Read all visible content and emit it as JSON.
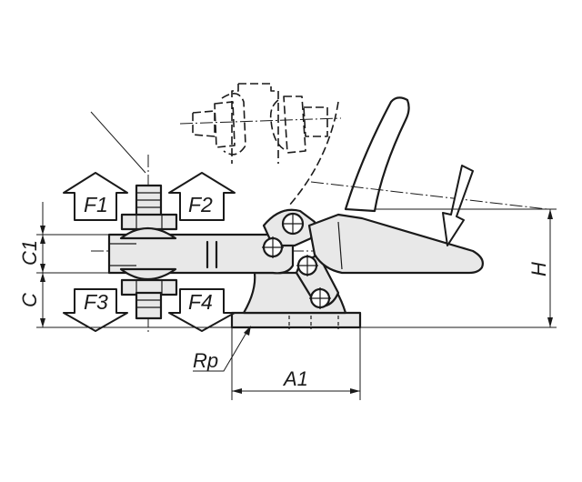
{
  "labels": {
    "f1": "F1",
    "f2": "F2",
    "f3": "F3",
    "f4": "F4",
    "c1": "C1",
    "c": "C",
    "h": "H",
    "a1": "A1",
    "rp": "Rp"
  },
  "colors": {
    "line": "#1a1a1a",
    "part_fill": "#e8e8e8",
    "background": "#ffffff"
  }
}
